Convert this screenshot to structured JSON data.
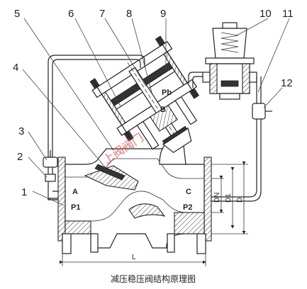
{
  "callouts": {
    "n1": "1",
    "n2": "2",
    "n3": "3",
    "n4": "4",
    "n5": "5",
    "n6": "6",
    "n7": "7",
    "n8": "8",
    "n9": "9",
    "n10": "10",
    "n11": "11",
    "n12": "12"
  },
  "ports": {
    "a": "A",
    "p1": "P1",
    "b": "B",
    "pb": "Pb",
    "c": "C",
    "p2": "P2"
  },
  "dimensions": {
    "dn": "DN",
    "d1": "D1",
    "d": "D",
    "l": "L"
  },
  "watermark": "上阀阀门",
  "caption": "减压稳压阀结构原理图",
  "colors": {
    "line": "#222222",
    "watermark": "#e04848",
    "background": "#ffffff"
  }
}
